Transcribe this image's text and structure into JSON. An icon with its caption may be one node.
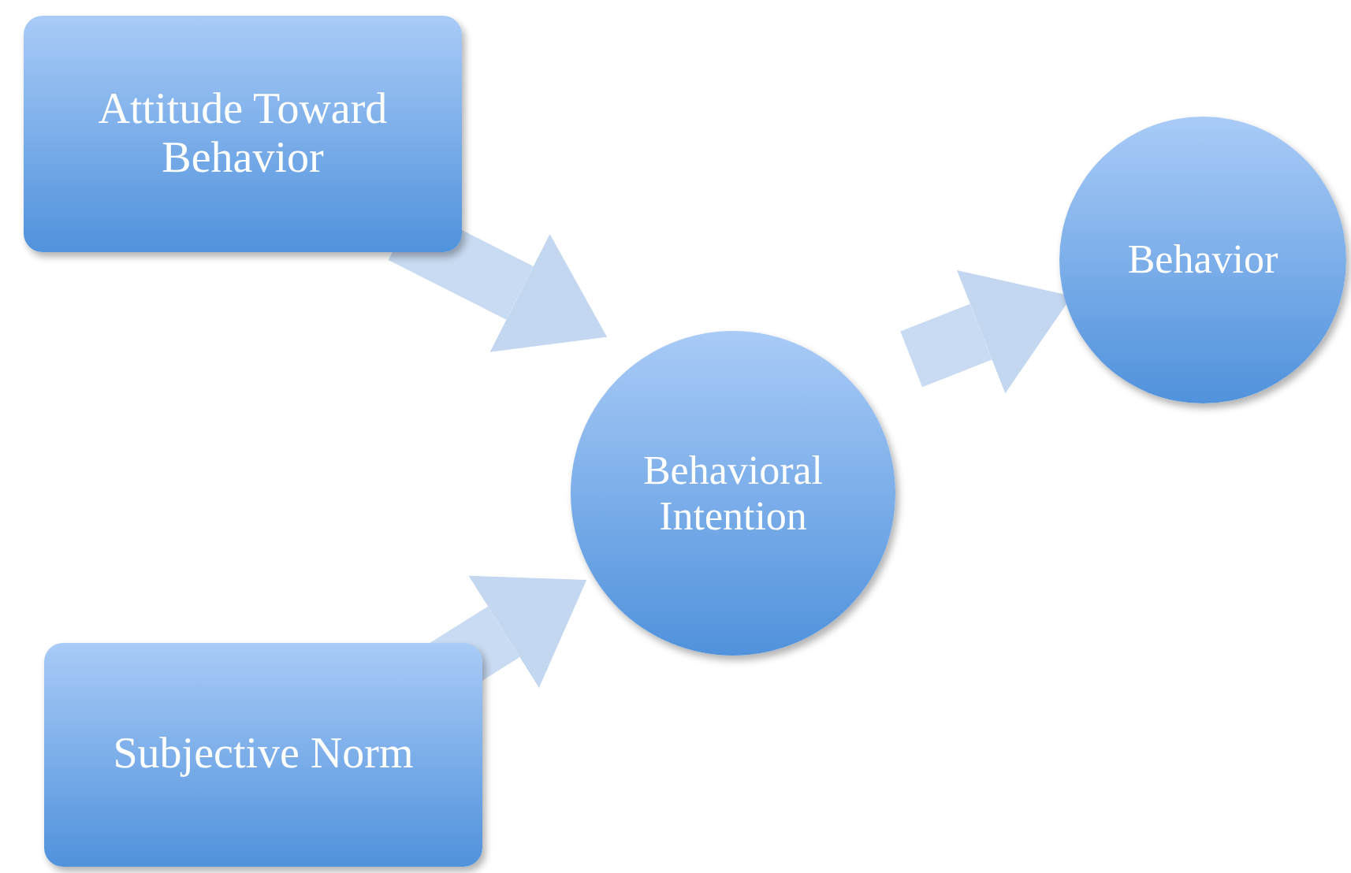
{
  "diagram": {
    "nodes": [
      {
        "text": [
          "Attitude Toward Behavior"
        ]
      },
      {
        "text": [
          "Subjective Norm"
        ]
      },
      {
        "text": [
          "Behavioral Intention"
        ]
      },
      {
        "text": [
          "Behavior"
        ]
      }
    ],
    "edges": [
      {
        "from": 0,
        "to": 2,
        "arrow": "to"
      },
      {
        "from": 1,
        "to": 2,
        "arrow": "to"
      },
      {
        "from": 2,
        "to": 3,
        "arrow": "to"
      }
    ]
  }
}
